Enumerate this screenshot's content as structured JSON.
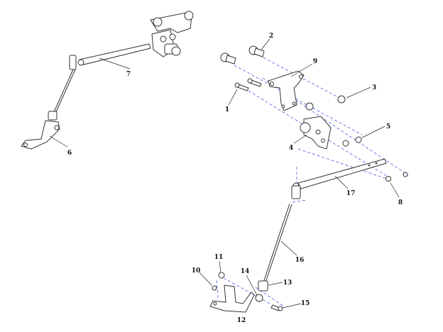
{
  "diagram": {
    "callouts": {
      "c1": "1",
      "c2": "2",
      "c3": "3",
      "c4": "4",
      "c5": "5",
      "c6": "6",
      "c7": "7",
      "c8": "8",
      "c9": "9",
      "c10": "10",
      "c11": "11",
      "c12": "12",
      "c13": "13",
      "c14": "14",
      "c15": "15",
      "c16": "16",
      "c17": "17"
    },
    "colors": {
      "guide_line": "#4a5ce0",
      "line_art": "#333333"
    }
  }
}
